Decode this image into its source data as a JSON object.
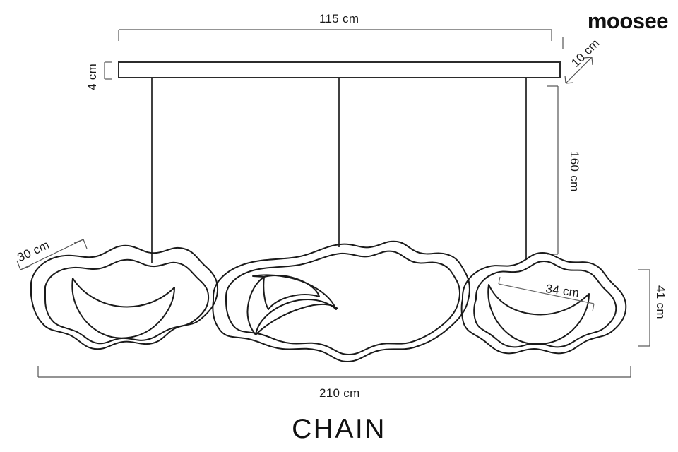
{
  "brand": {
    "name": "moosee"
  },
  "product": {
    "title": "CHAIN",
    "type": "pendant-lamp-technical-drawing"
  },
  "dimensions": {
    "canopy_width": "115 cm",
    "canopy_height": "4 cm",
    "canopy_depth": "10 cm",
    "suspension_length": "160 cm",
    "shade_depth": "30 cm",
    "total_length": "210 cm",
    "shade_height": "41 cm",
    "shade_width": "34 cm"
  },
  "drawing": {
    "canopy_label": "canopy-bar",
    "wires": [
      "suspension-wire-1",
      "suspension-wire-2",
      "suspension-wire-3"
    ],
    "shades": [
      "shade-left",
      "shade-center",
      "shade-right"
    ]
  },
  "colors": {
    "line": "#3a3a3a",
    "outline": "#111111",
    "background": "#ffffff",
    "text": "#1a1a1a"
  }
}
